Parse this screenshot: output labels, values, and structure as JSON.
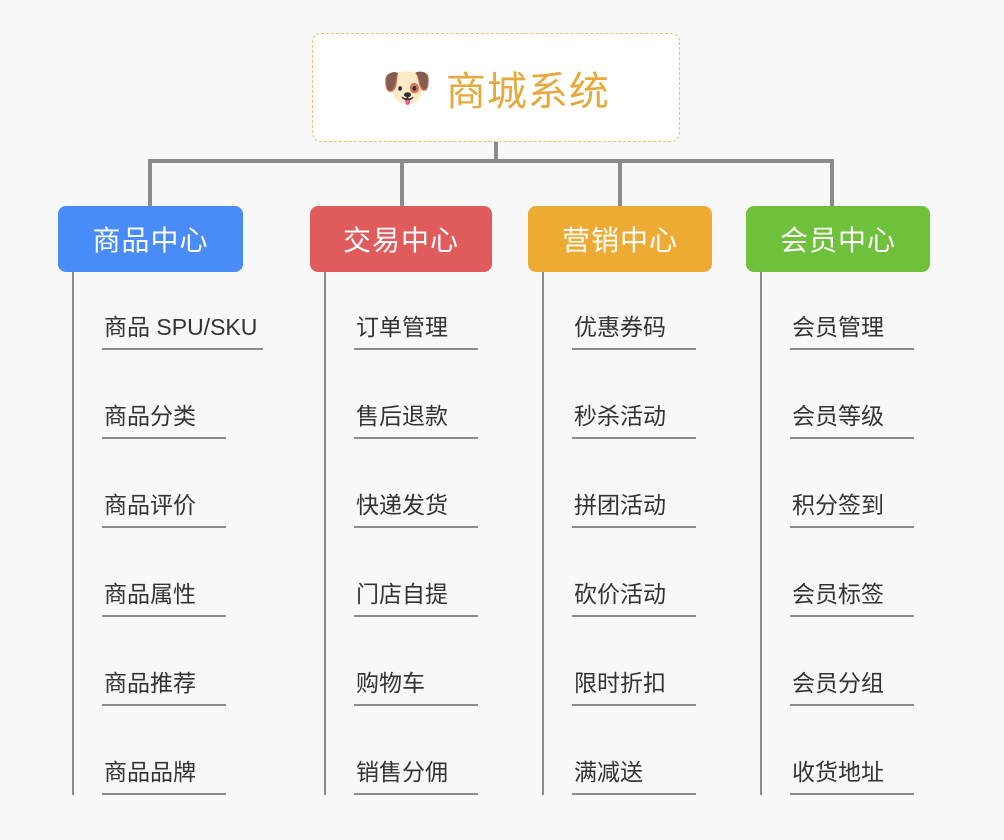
{
  "canvas": {
    "background": "#f8f8f8",
    "line_color": "#8b8b8b"
  },
  "root": {
    "icon": "dog-face-icon",
    "icon_glyph": "🐶",
    "title": "商城系统",
    "text_color": "#e5a93c",
    "border_color": "#edbf6b",
    "background": "#ffffff"
  },
  "branches": [
    {
      "title": "商品中心",
      "color": "#4a8cf7",
      "items": [
        "商品 SPU/SKU",
        "商品分类",
        "商品评价",
        "商品属性",
        "商品推荐",
        "商品品牌"
      ]
    },
    {
      "title": "交易中心",
      "color": "#e05c5c",
      "items": [
        "订单管理",
        "售后退款",
        "快递发货",
        "门店自提",
        "购物车",
        "销售分佣"
      ]
    },
    {
      "title": "营销中心",
      "color": "#eeab34",
      "items": [
        "优惠券码",
        "秒杀活动",
        "拼团活动",
        "砍价活动",
        "限时折扣",
        "满减送"
      ]
    },
    {
      "title": "会员中心",
      "color": "#6fc13b",
      "items": [
        "会员管理",
        "会员等级",
        "积分签到",
        "会员标签",
        "会员分组",
        "收货地址"
      ]
    }
  ]
}
